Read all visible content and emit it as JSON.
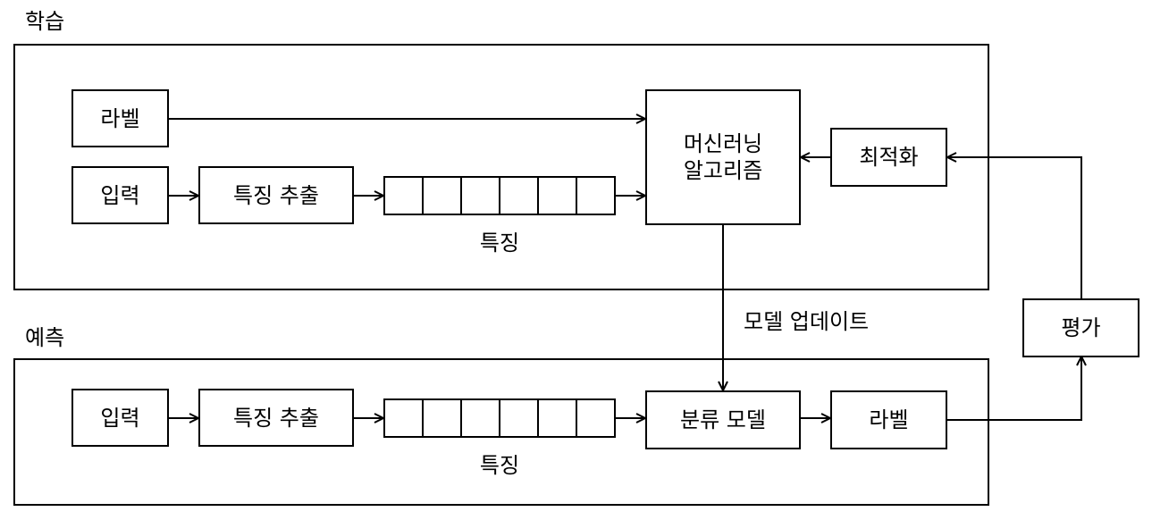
{
  "training": {
    "section_label": "학습",
    "label_box": "라벨",
    "input_box": "입력",
    "feature_extraction": "특징 추출",
    "feature_caption": "특징",
    "ml_algorithm_line1": "머신러닝",
    "ml_algorithm_line2": "알고리즘",
    "optimization": "최적화",
    "feature_cells": 6
  },
  "prediction": {
    "section_label": "예측",
    "input_box": "입력",
    "feature_extraction": "특징 추출",
    "feature_caption": "특징",
    "classifier_model": "분류 모델",
    "label_box": "라벨",
    "feature_cells": 6
  },
  "model_update_label": "모델 업데이트",
  "evaluation": "평가"
}
